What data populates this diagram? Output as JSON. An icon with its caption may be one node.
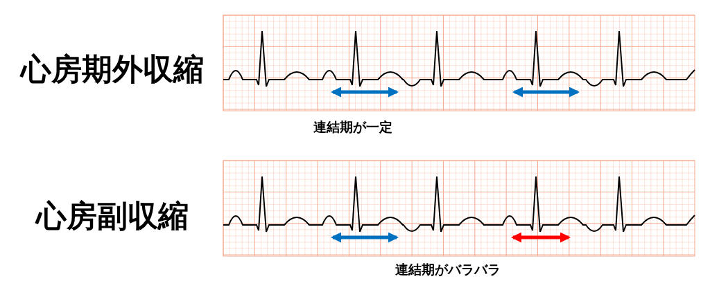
{
  "diagram": {
    "labels": [
      "心房期外収縮",
      "連結期が一定",
      "心房副収縮",
      "連結期がバラバラ"
    ]
  }
}
